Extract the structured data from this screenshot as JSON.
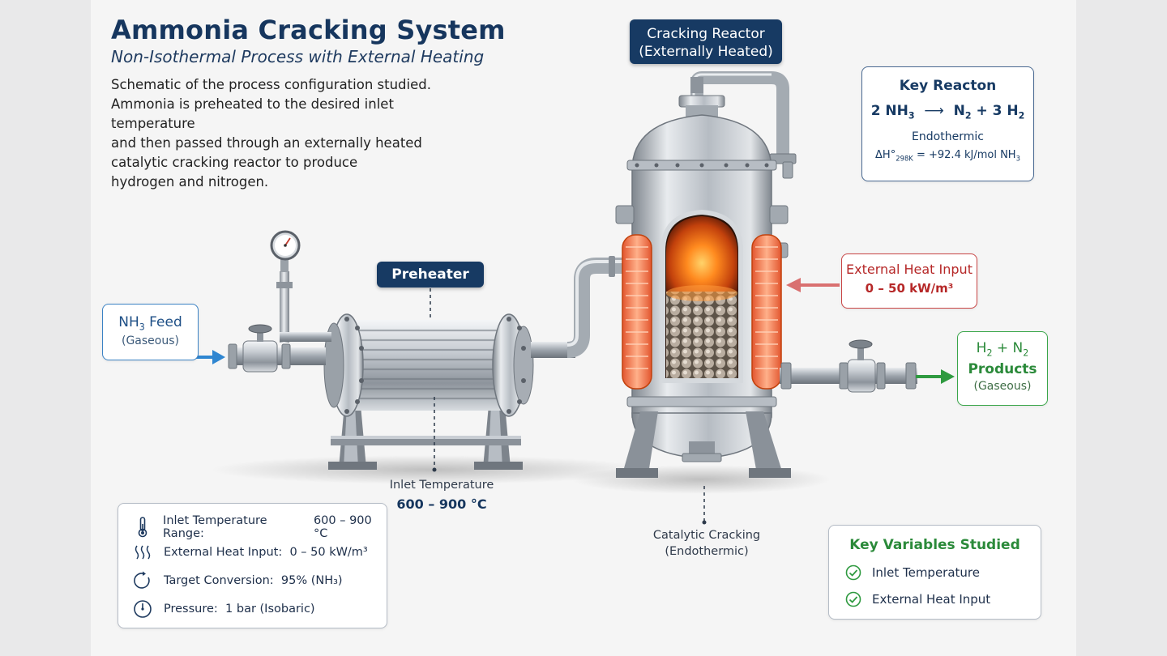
{
  "header": {
    "title": "Ammonia Cracking System",
    "subtitle": "Non-Isothermal Process with External Heating",
    "description": [
      "Schematic of the process configuration studied.",
      "Ammonia is preheated to the desired inlet temperature",
      "and then passed through an externally heated",
      "catalytic cracking reactor to produce",
      "hydrogen and nitrogen."
    ]
  },
  "labels": {
    "reactor_line1": "Cracking Reactor",
    "reactor_line2": "(Externally Heated)",
    "preheater": "Preheater",
    "feed_main": "NH",
    "feed_sub": "3",
    "feed_tail": " Feed",
    "feed_state": "(Gaseous)",
    "products_line1_a": "H",
    "products_line1_b": "2",
    "products_line1_c": " + N",
    "products_line1_d": "2",
    "products_line2": "Products",
    "products_state": "(Gaseous)",
    "heat_title": "External Heat Input",
    "heat_value": "0 – 50 kW/m³",
    "inlet_caption": "Inlet Temperature",
    "inlet_value": "600 – 900 °C",
    "cracking_caption1": "Catalytic Cracking",
    "cracking_caption2": "(Endothermic)"
  },
  "reaction": {
    "heading": "Key Reacton",
    "lhs": "2 NH",
    "lhs_sub": "3",
    "arrow": "⟶",
    "rhs_a": "N",
    "rhs_a_sub": "2",
    "rhs_b": " + 3 H",
    "rhs_b_sub": "2",
    "type": "Endothermic",
    "dh_a": "ΔH°",
    "dh_sub": "298K",
    "dh_b": " = +92.4 kJ/mol NH",
    "dh_b_sub": "3"
  },
  "parameters": [
    {
      "icon": "thermometer-icon",
      "label": "Inlet Temperature Range:",
      "value": "600 – 900 °C"
    },
    {
      "icon": "heat-waves-icon",
      "label": "External Heat Input:",
      "value": "0 – 50 kW/m³"
    },
    {
      "icon": "circular-arrow-icon",
      "label": "Target Conversion:",
      "value": "95% (NH₃)"
    },
    {
      "icon": "pressure-gauge-icon",
      "label": "Pressure:",
      "value": "1 bar (Isobaric)"
    }
  ],
  "variables": {
    "heading": "Key Variables Studied",
    "items": [
      "Inlet Temperature",
      "External Heat Input"
    ]
  },
  "colors": {
    "navy": "#173a63",
    "feed_blue": "#2f86d1",
    "product_green": "#2f9a40",
    "heat_red": "#c94545"
  }
}
